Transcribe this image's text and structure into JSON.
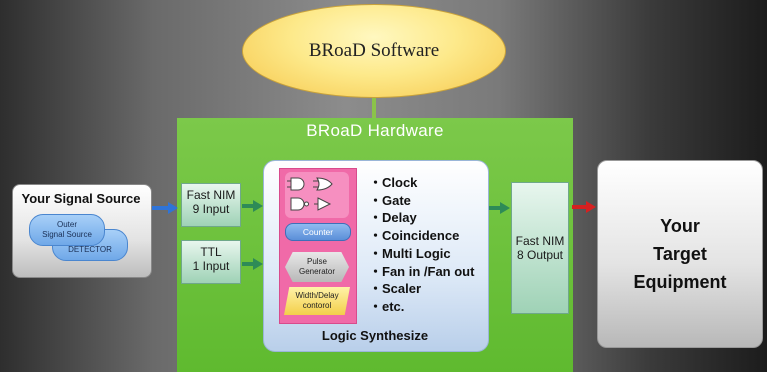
{
  "software": {
    "label": "BRoaD Software"
  },
  "hardware": {
    "title": "BRoaD Hardware"
  },
  "signal_source": {
    "title": "Your Signal Source",
    "outer_line1": "Outer",
    "outer_line2": "Signal Source",
    "detector": "DETECTOR"
  },
  "inputs": {
    "nim_line1": "Fast NIM",
    "nim_line2": "9 Input",
    "ttl_line1": "TTL",
    "ttl_line2": "1 Input"
  },
  "output": {
    "line1": "Fast NIM",
    "line2": "8 Output"
  },
  "logic": {
    "title": "Logic Synthesize",
    "counter": "Counter",
    "pulse_line1": "Pulse",
    "pulse_line2": "Generator",
    "width_line1": "Width/Delay",
    "width_line2": "contorol",
    "functions": [
      "・Clock",
      "・Gate",
      "・Delay",
      "・Coincidence",
      "・Multi Logic",
      "・Fan in /Fan out",
      "・Scaler",
      "・etc."
    ]
  },
  "target": {
    "line1": "Your",
    "line2": "Target",
    "line3": "Equipment"
  },
  "colors": {
    "hardware_green": "#5fba2f",
    "arrow_blue": "#2f74d8",
    "arrow_green": "#2e8b57",
    "arrow_red": "#d62020",
    "software_yellow": "#f5c64a",
    "logic_pink": "#f06aa8"
  }
}
